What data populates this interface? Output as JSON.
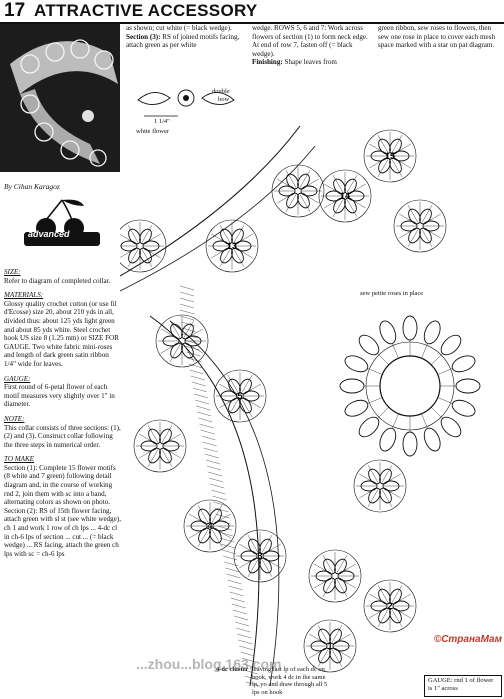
{
  "header": {
    "page_number": "17",
    "title": "ATTRACTIVE ACCESSORY"
  },
  "byline": "By Cihan Karagoz",
  "badge": {
    "label": "advanced"
  },
  "left_column": [
    {
      "heading": "SIZE:",
      "text": "Refer to diagram of completed collar."
    },
    {
      "heading": "MATERIALS:",
      "text": "Glossy quality crochet cotton (or use fil d'Ecosse) size 20, about 210 yds in all, divided thus: about 125 yds light green and about 85 yds white. Steel crochet hook US size 8 (1.25 mm) or SIZE FOR GAUGE. Two white fabric mini-roses and length of dark green satin ribbon 1/4\" wide for leaves."
    },
    {
      "heading": "GAUGE:",
      "text": "First round of 6-petal flower of each motif measures very slightly over 1\" in diameter."
    },
    {
      "heading": "NOTE:",
      "text": "This collar consists of three sections: (1), (2) and (3). Construct collar following the three steps in numerical order."
    },
    {
      "heading": "TO MAKE",
      "text": "Section (1): Complete 15 flower motifs (8 white and 7 green) following detail diagram and, in the course of working rnd 2, join them with sc into a band, alternating colors as shown on photo. Section (2): RS of 15th flower facing, attach green with sl st (see white wedge), ch 1 and work 1 row of ch lps ... 4-dc cl in ch-6 lps of section ... cut ... (= black wedge) ... RS facing, attach the green ch lps with sc = ch-6 lps"
    }
  ],
  "top_column_1": {
    "text_a": "as shown; cut white (= black wedge).",
    "section3_label": "Section (3):",
    "section3_text": "RS of joined motifs facing, attach green as per white"
  },
  "top_column_2": {
    "text": "wedge. ROWS 5, 6 and 7: Work across flowers of section (1) to form neck edge. At end of row 7, fasten off (= black wedge).",
    "finishing_label": "Finishing:",
    "finishing_text": "Shape leaves from"
  },
  "top_column_3": {
    "text": "green ribbon, sew roses to flowers, then sew one rose in place to cover each mesh space marked with a star on pat diagram."
  },
  "bow": {
    "label_double": "double",
    "label_bow": "bow",
    "measure": "1 1/4\"",
    "caption": "white flower"
  },
  "star_note": "sew petite roses in place",
  "motif_numbers": [
    "15",
    "14",
    "13",
    "5",
    "4",
    "3",
    "2",
    "1"
  ],
  "cluster_note": {
    "title": "4-dc cluster",
    "text": "leaving last lp of each dc on hook, work 4 dc in the same lp, yo and draw through all 5 lps on hook"
  },
  "gauge_box": {
    "text": "GAUGE: rnd 1 of flower is 1\" across"
  },
  "watermarks": {
    "center": "...zhou...blog.163.com",
    "brand": "©СтранаМам"
  },
  "colors": {
    "ink": "#111111",
    "paper": "#ffffff",
    "photo_bg": "#1a1a1a",
    "brand_wm": "#c0392b"
  }
}
